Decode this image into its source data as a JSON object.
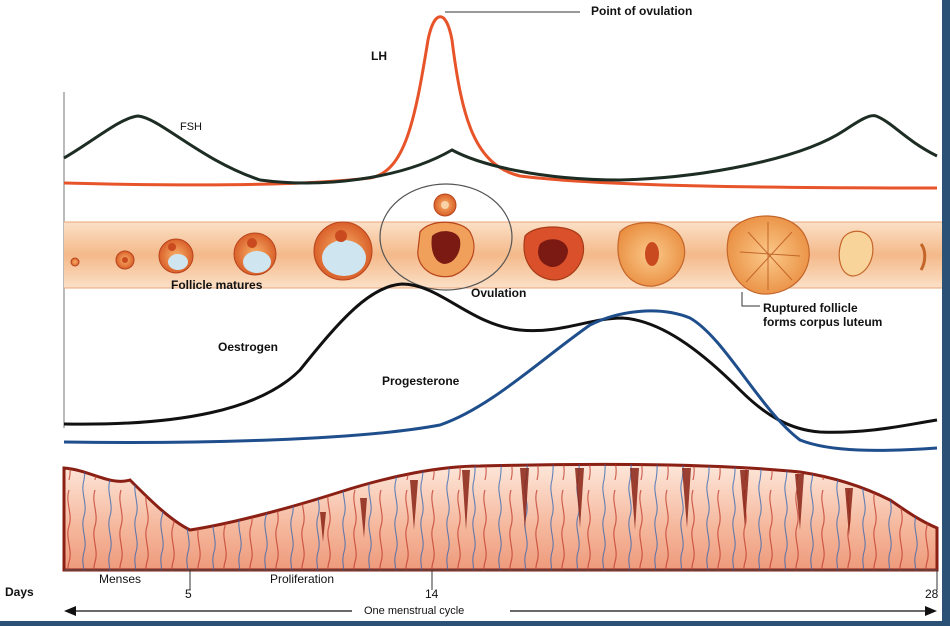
{
  "labels": {
    "point_of_ovulation": "Point of ovulation",
    "lh": "LH",
    "fsh": "FSH",
    "follicle_matures": "Follicle matures",
    "ovulation": "Ovulation",
    "ruptured_follicle_line1": "Ruptured follicle",
    "ruptured_follicle_line2": "forms corpus luteum",
    "oestrogen": "Oestrogen",
    "progesterone": "Progesterone",
    "menses": "Menses",
    "proliferation": "Proliferation",
    "days": "Days",
    "cycle": "One menstrual cycle"
  },
  "day_ticks": [
    {
      "day": 5,
      "label": "5"
    },
    {
      "day": 14,
      "label": "14"
    },
    {
      "day": 28,
      "label": "28"
    }
  ],
  "colors": {
    "lh": "#e8542a",
    "fsh": "#1d2d24",
    "oestrogen": "#111111",
    "progesterone": "#1f4e8c",
    "ovary_band": "#f6c8a0",
    "follicle": "#e07a3a",
    "endometrium": "#f2a98a",
    "frame": "#2b5276"
  }
}
